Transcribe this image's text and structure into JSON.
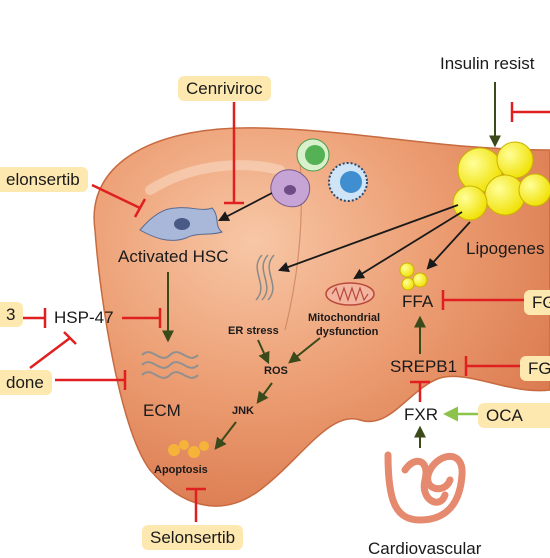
{
  "labels": {
    "insulin_resistance": "Insulin resist",
    "activated_hsc": "Activated HSC",
    "hsp47": "HSP-47",
    "ecm": "ECM",
    "er_stress": "ER stress",
    "mito_line1": "Mitochondrial",
    "mito_line2": "dysfunction",
    "ros": "ROS",
    "jnk": "JNK",
    "apoptosis": "Apoptosis",
    "lipogenesis": "Lipogenes",
    "ffa": "FFA",
    "srepb1": "SREPB1",
    "fxr": "FXR",
    "bottom_cut": "Cardiovascular"
  },
  "drugs": {
    "cenriviroc": "Cenriviroc",
    "selonsertib_top": "elonsertib",
    "left_3": "3",
    "left_done": "done",
    "selonsertib_bottom": "Selonsertib",
    "fg_top": "FG",
    "fg_mid": "FG",
    "oca": "OCA"
  },
  "colors": {
    "liver": "#e9966a",
    "inhibit": "#e02020",
    "activate": "#3a4a1a",
    "oca_arrow": "#8cc34a",
    "drug_box": "#fde9b0"
  }
}
